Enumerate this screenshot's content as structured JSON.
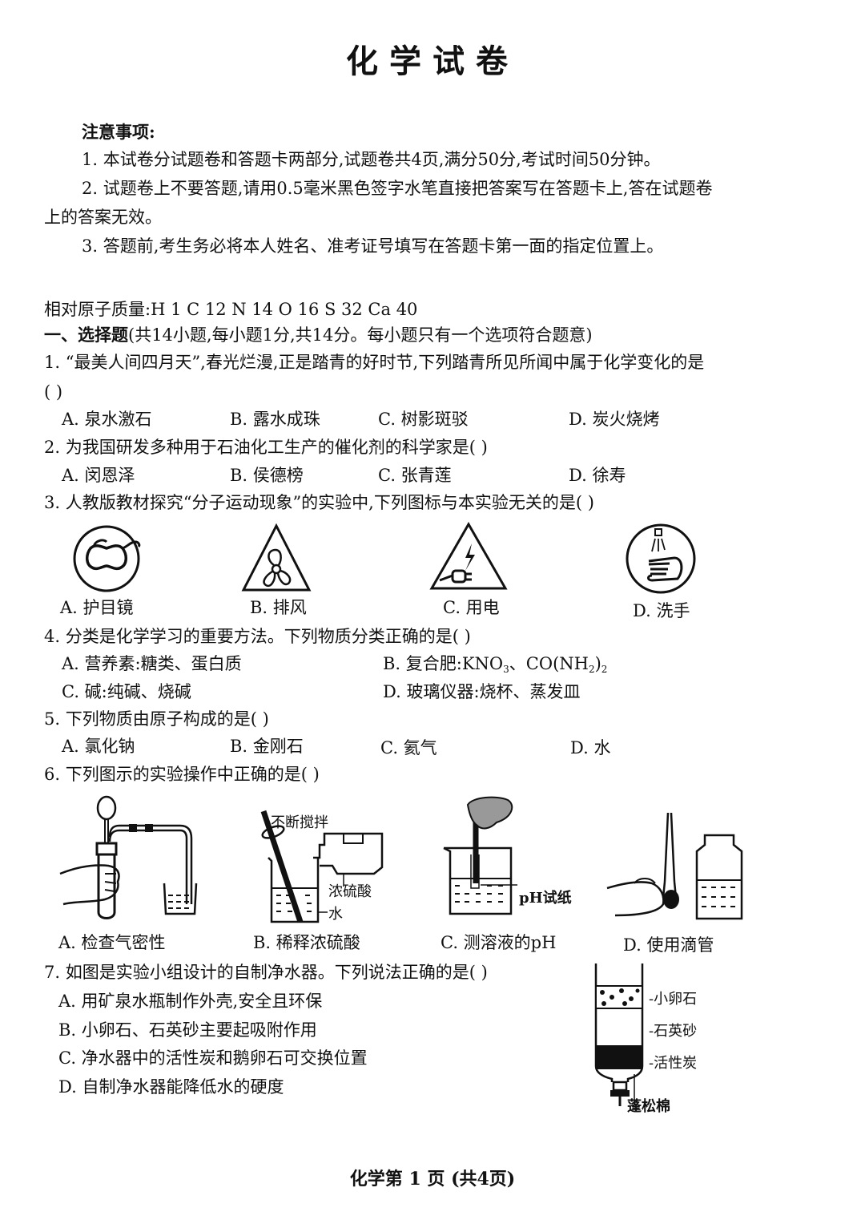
{
  "title": "化学试卷",
  "notice": {
    "heading": "注意事项:",
    "items": [
      "1. 本试卷分试题卷和答题卡两部分,试题卷共4页,满分50分,考试时间50分钟。",
      "2. 试题卷上不要答题,请用0.5毫米黑色签字水笔直接把答案写在答题卡上,答在试题卷",
      "上的答案无效。",
      "3. 答题前,考生务必将本人姓名、准考证号填写在答题卡第一面的指定位置上。"
    ]
  },
  "atomic_masses": "相对原子质量:H 1  C 12  N 14  O 16  S 32  Ca 40",
  "section": {
    "heading": "一、选择题",
    "desc": "(共14小题,每小题1分,共14分。每小题只有一个选项符合题意)"
  },
  "questions": [
    {
      "stem": "1. “最美人间四月天”,春光烂漫,正是踏青的好时节,下列踏青所见所闻中属于化学变化的是",
      "stem2": "(      )",
      "options": [
        "A. 泉水激石",
        "B. 露水成珠",
        "C. 树影斑驳",
        "D. 炭火烧烤"
      ]
    },
    {
      "stem": "2. 为我国研发多种用于石油化工生产的催化剂的科学家是(      )",
      "options": [
        "A. 闵恩泽",
        "B. 侯德榜",
        "C. 张青莲",
        "D. 徐寿"
      ]
    },
    {
      "stem": "3. 人教版教材探究“分子运动现象”的实验中,下列图标与本实验无关的是(      )",
      "options": [
        "A. 护目镜",
        "B. 排风",
        "C. 用电",
        "D. 洗手"
      ],
      "icons": [
        "goggles-icon",
        "exhaust-fan-icon",
        "electricity-icon",
        "hand-wash-icon"
      ]
    },
    {
      "stem": "4. 分类是化学学习的重要方法。下列物质分类正确的是(      )",
      "options": [
        "A. 营养素:糖类、蛋白质",
        "B. 复合肥:KNO",
        "C. 碱:纯碱、烧碱",
        "D. 玻璃仪器:烧杯、蒸发皿"
      ],
      "option_b_parts": {
        "prefix": "B. 复合肥:KNO",
        "sub1": "3",
        "mid": "、CO(NH",
        "sub2": "2",
        "close": ")",
        "sub3": "2"
      }
    },
    {
      "stem": "5. 下列物质由原子构成的是(      )",
      "options": [
        "A. 氯化钠",
        "B. 金刚石",
        "C. 氦气",
        "D. 水"
      ]
    },
    {
      "stem": "6. 下列图示的实验操作中正确的是(      )",
      "options": [
        "A. 检查气密性",
        "B. 稀释浓硫酸",
        "C. 测溶液的pH",
        "D. 使用滴管"
      ],
      "figure_labels": {
        "stir": "不断搅拌",
        "acid": "浓硫酸",
        "water": "水",
        "ph_paper": "pH试纸"
      }
    },
    {
      "stem": "7. 如图是实验小组设计的自制净水器。下列说法正确的是(      )",
      "options": [
        "A. 用矿泉水瓶制作外壳,安全且环保",
        "B. 小卵石、石英砂主要起吸附作用",
        "C. 净水器中的活性炭和鹅卵石可交换位置",
        "D. 自制净水器能降低水的硬度"
      ],
      "figure_labels": {
        "pebble": "小卵石",
        "quartz": "石英砂",
        "carbon": "活性炭",
        "cotton": "蓬松棉"
      }
    }
  ],
  "footer": "化学第 1 页 (共4页)"
}
